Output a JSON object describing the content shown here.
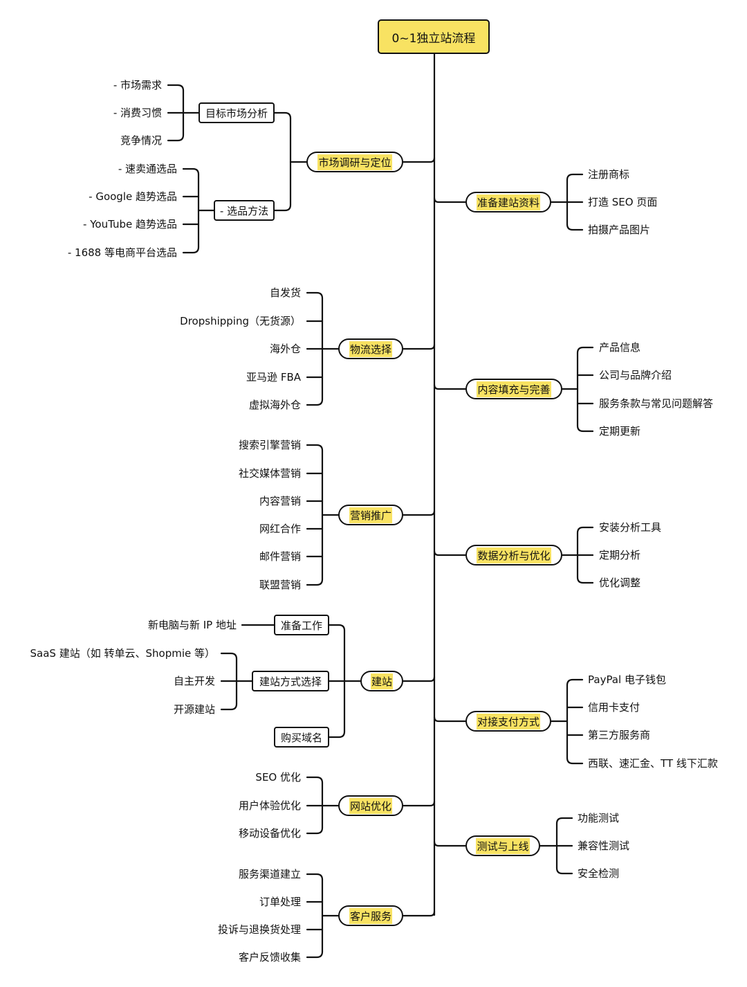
{
  "root": "0~1独立站流程",
  "left": [
    {
      "key": "market",
      "label": "市场调研与定位",
      "subs": [
        {
          "label": "目标市场分析",
          "leaves": [
            "- 市场需求",
            "- 消费习惯",
            "竞争情况"
          ]
        },
        {
          "label": "- 选品方法",
          "leaves": [
            "- 速卖通选品",
            "- Google 趋势选品",
            "- YouTube 趋势选品",
            "- 1688 等电商平台选品"
          ]
        }
      ]
    },
    {
      "key": "logistics",
      "label": "物流选择",
      "leaves": [
        "自发货",
        "Dropshipping（无货源）",
        "海外仓",
        "亚马逊 FBA",
        "虚拟海外仓"
      ]
    },
    {
      "key": "marketing",
      "label": "营销推广",
      "leaves": [
        "搜索引擎营销",
        "社交媒体营销",
        "内容营销",
        "网红合作",
        "邮件营销",
        "联盟营销"
      ]
    },
    {
      "key": "build",
      "label": "建站",
      "subs": [
        {
          "label": "准备工作",
          "leaves": [
            "新电脑与新 IP 地址"
          ]
        },
        {
          "label": "建站方式选择",
          "leaves": [
            "SaaS 建站（如 转单云、Shopmie  等）",
            "自主开发",
            "开源建站"
          ]
        },
        {
          "label": "购买域名",
          "leaves": []
        }
      ]
    },
    {
      "key": "optimize",
      "label": "网站优化",
      "leaves": [
        "SEO 优化",
        "用户体验优化",
        "移动设备优化"
      ]
    },
    {
      "key": "service",
      "label": "客户服务",
      "leaves": [
        "服务渠道建立",
        "订单处理",
        "投诉与退换货处理",
        "客户反馈收集"
      ]
    }
  ],
  "right": [
    {
      "key": "prepare",
      "label": "准备建站资料",
      "leaves": [
        "注册商标",
        "打造 SEO 页面",
        "拍摄产品图片"
      ]
    },
    {
      "key": "content",
      "label": "内容填充与完善",
      "leaves": [
        "产品信息",
        "公司与品牌介绍",
        "服务条款与常见问题解答",
        "定期更新"
      ]
    },
    {
      "key": "data",
      "label": "数据分析与优化",
      "leaves": [
        "安装分析工具",
        "定期分析",
        "优化调整"
      ]
    },
    {
      "key": "payment",
      "label": "对接支付方式",
      "leaves": [
        "PayPal 电子钱包",
        "信用卡支付",
        "第三方服务商",
        "西联、速汇金、TT 线下汇款"
      ]
    },
    {
      "key": "testing",
      "label": "测试与上线",
      "leaves": [
        "功能测试",
        "兼容性测试",
        "安全检测"
      ]
    }
  ],
  "colors": {
    "highlight": "#f8e262",
    "line": "#111111"
  }
}
